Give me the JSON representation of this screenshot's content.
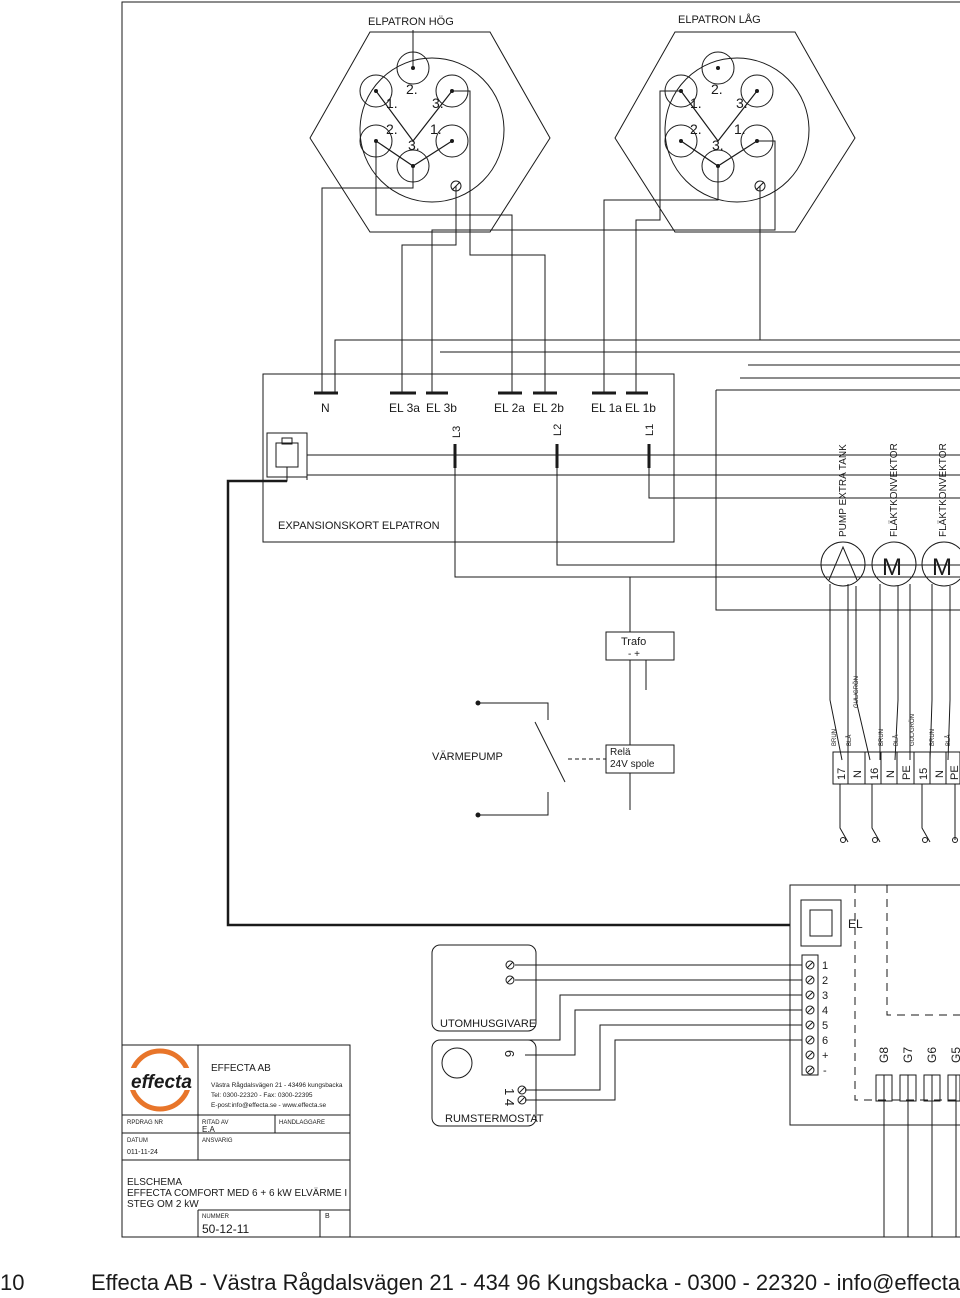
{
  "connectors": {
    "high_title": "ELPATRON HÖG",
    "low_title": "ELPATRON LÅG",
    "pins": [
      "1.",
      "2.",
      "3."
    ]
  },
  "expansion_card": {
    "title": "EXPANSIONSKORT ELPATRON",
    "terminals": [
      "N",
      "EL 3a",
      "EL 3b",
      "EL 2a",
      "EL 2b",
      "EL 1a",
      "EL 1b"
    ],
    "phases": [
      "L3",
      "L2",
      "L1"
    ]
  },
  "components": {
    "pump_label": "PUMP EXTRA TANK",
    "fan1_label": "FLÄKTKONVEKTOR",
    "fan2_label": "FLÄKTKONVEKTOR",
    "motor_symbol": "M",
    "trafo_title": "Trafo",
    "trafo_poles": "-  +",
    "heatpump": "VÄRMEPUMP",
    "relay_line1": "Relä",
    "relay_line2": "24V spole"
  },
  "wires": {
    "colors": [
      "BRUN",
      "BLÅ",
      "GUL/GRÖN",
      "BRUN",
      "BLÅ",
      "GUL/GRÖN",
      "BRUN",
      "BLÅ"
    ]
  },
  "terminals": {
    "upper": [
      "17",
      "N",
      "16",
      "N",
      "PE",
      "15",
      "N",
      "PE"
    ],
    "el_label": "EL",
    "block": [
      "1",
      "2",
      "3",
      "4",
      "5",
      "6",
      "+",
      "-"
    ],
    "g_labels": [
      "G8",
      "G7",
      "G6",
      "G5"
    ]
  },
  "sensors": {
    "outdoor": "UTOMHUSGIVARE",
    "outdoor_num": "6",
    "thermostat": "RUMSTERMOSTAT",
    "thermostat_num": "1 4"
  },
  "title_block": {
    "logo_text": "effecta",
    "company": "EFFECTA AB",
    "address1": "Västra Rågdalsvägen 21 - 43496 kungsbacka",
    "address2": "Tel: 0300-22320 - Fax: 0300-22395",
    "address3": "E-post:info@effecta.se - www.effecta.se",
    "order_label": "RPDRAG NR",
    "drawn_label": "RITAD AV",
    "drawn_value": "E.A",
    "handler_label": "HANDLAGGARE",
    "responsible_label": "ANSVARIG",
    "date_label": "DATUM",
    "date_value": "011-11-24",
    "schema_line1": "ELSCHEMA",
    "schema_line2": "EFFECTA COMFORT MED 6 + 6 kW ELVÄRME I",
    "schema_line3": "STEG OM 2 kW",
    "number_label": "NUMMER",
    "number_value": "50-12-11",
    "revision": "B"
  },
  "footer": {
    "page": "10",
    "text": "Effecta AB - Västra Rågdalsvägen 21 - 434 96 Kungsbacka - 0300 - 22320 - info@effecta.se"
  },
  "colors": {
    "line": "#1a1a1a",
    "logo_orange": "#e8752a",
    "logo_blue": "#1f5fa8"
  }
}
